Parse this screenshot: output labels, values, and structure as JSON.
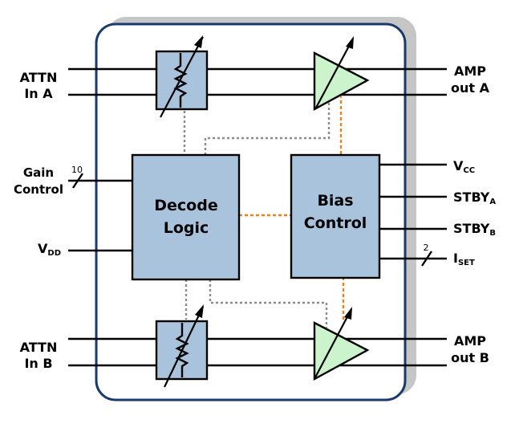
{
  "inputs": {
    "attn_a": [
      "ATTN",
      "In A"
    ],
    "gain": [
      "Gain",
      "Control"
    ],
    "gain_bus": "10",
    "vdd": "V",
    "vdd_sub": "DD",
    "attn_b": [
      "ATTN",
      "In B"
    ]
  },
  "outputs": {
    "amp_a": [
      "AMP",
      "out A"
    ],
    "vcc": "V",
    "vcc_sub": "CC",
    "stby_a": "STBY",
    "stby_a_sub": "A",
    "stby_b": "STBY",
    "stby_b_sub": "B",
    "iset": "I",
    "iset_sub": "SET",
    "iset_bus": "2",
    "amp_b": [
      "AMP",
      "out B"
    ]
  },
  "blocks": {
    "decode": [
      "Decode",
      "Logic"
    ],
    "bias": [
      "Bias",
      "Control"
    ]
  },
  "colors": {
    "block_fill": "#aac3dc",
    "amp_fill": "#ccf4cc",
    "frame_shadow": "#c6c6c6",
    "signal_control": "#8c8c8c",
    "signal_bias": "#e8821e"
  }
}
